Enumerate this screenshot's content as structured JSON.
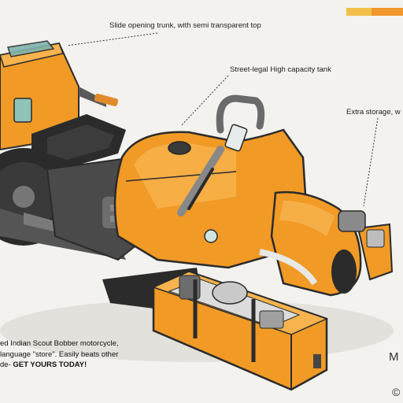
{
  "callouts": {
    "trunk": "Slide opening trunk, with semi transparent top",
    "tank": "Street-legal High capacity tank",
    "storage": "Extra storage, w"
  },
  "description": {
    "line1": "ed Indian Scout Bobber motorcycle,",
    "line2": "language \"store\".  Easily beats other",
    "line3_prefix": "de- ",
    "line3_bold": "GET YOURS TODAY!"
  },
  "corner": {
    "letter": "M",
    "symbol": "©"
  },
  "decor": {
    "bar_colors": [
      "#f2c04a",
      "#f0982a"
    ],
    "accent": "#f19a26",
    "accent_dark": "#c9661a"
  }
}
